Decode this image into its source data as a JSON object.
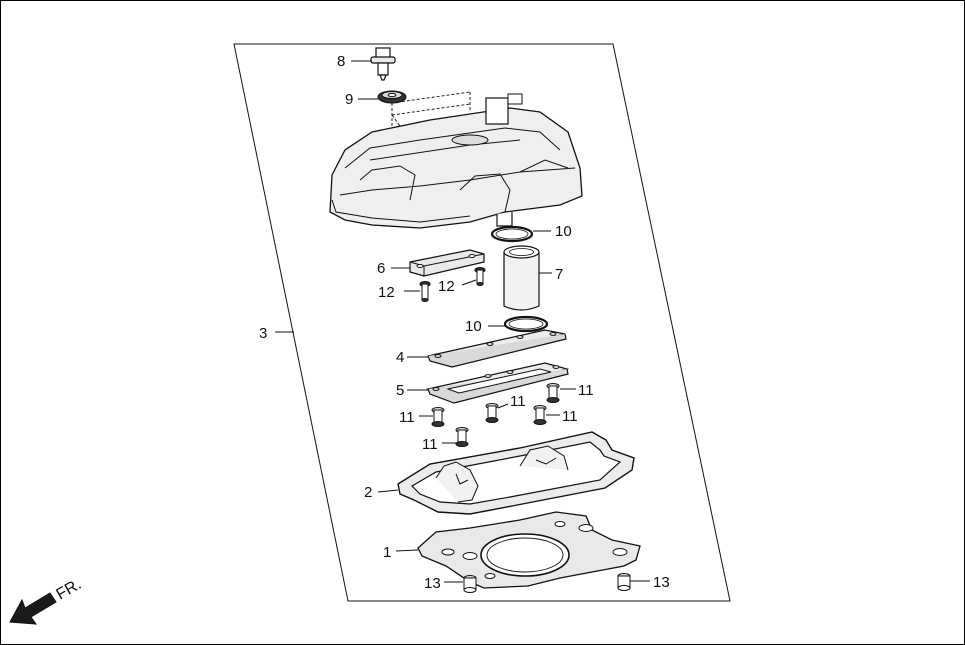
{
  "diagram": {
    "callouts": {
      "p1": "1",
      "p2": "2",
      "p3": "3",
      "p4": "4",
      "p5": "5",
      "p6": "6",
      "p7": "7",
      "p8": "8",
      "p9": "9",
      "p10_top": "10",
      "p10_bottom": "10",
      "p11_a": "11",
      "p11_b": "11",
      "p11_c": "11",
      "p11_d": "11",
      "p11_e": "11",
      "p12_a": "12",
      "p12_b": "12",
      "p13_a": "13",
      "p13_b": "13"
    },
    "front_indicator": "FR."
  }
}
